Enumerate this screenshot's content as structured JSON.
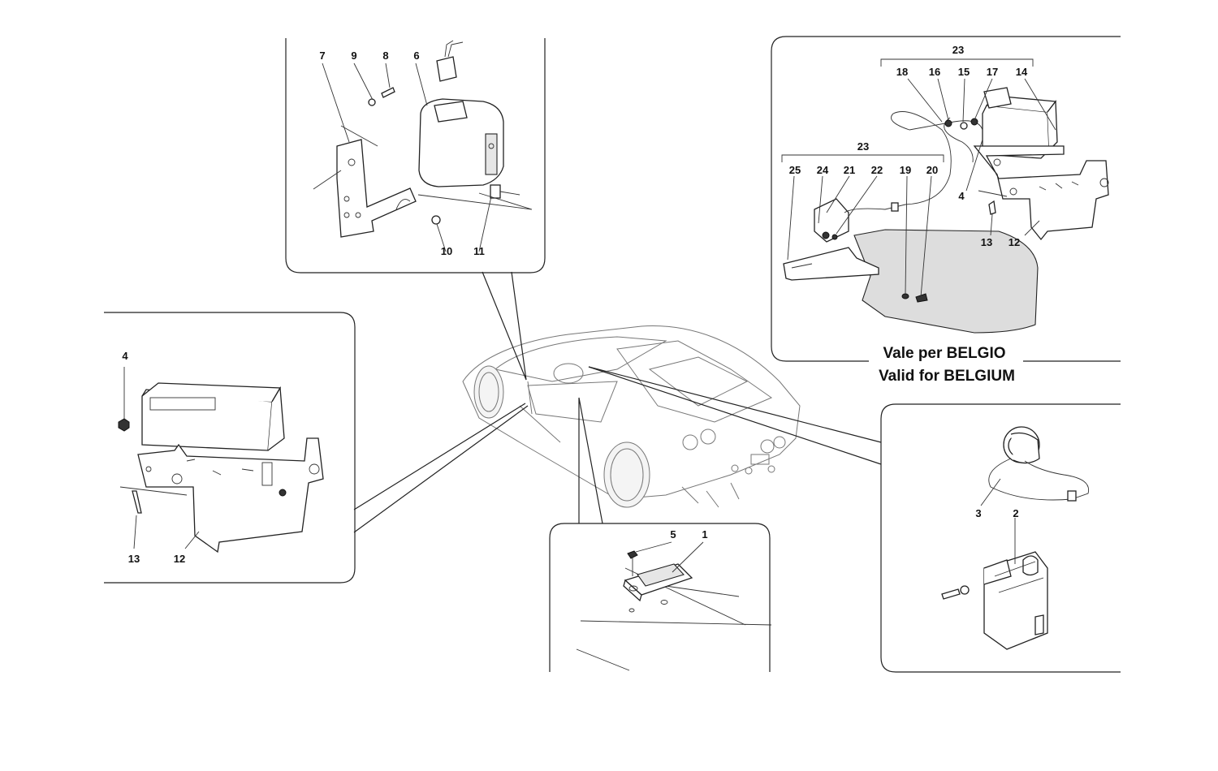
{
  "labels": {
    "p1": "1",
    "p2": "2",
    "p3": "3",
    "p4a": "4",
    "p4b": "4",
    "p5": "5",
    "p6": "6",
    "p7": "7",
    "p8": "8",
    "p9": "9",
    "p10": "10",
    "p11": "11",
    "p12a": "12",
    "p12b": "12",
    "p13a": "13",
    "p13b": "13",
    "p14": "14",
    "p15": "15",
    "p16": "16",
    "p17": "17",
    "p18": "18",
    "p19": "19",
    "p20": "20",
    "p21": "21",
    "p22": "22",
    "p23a": "23",
    "p23b": "23",
    "p24": "24",
    "p25": "25"
  },
  "caption": {
    "line1": "Vale per BELGIO",
    "line2": "Valid for BELGIUM"
  }
}
